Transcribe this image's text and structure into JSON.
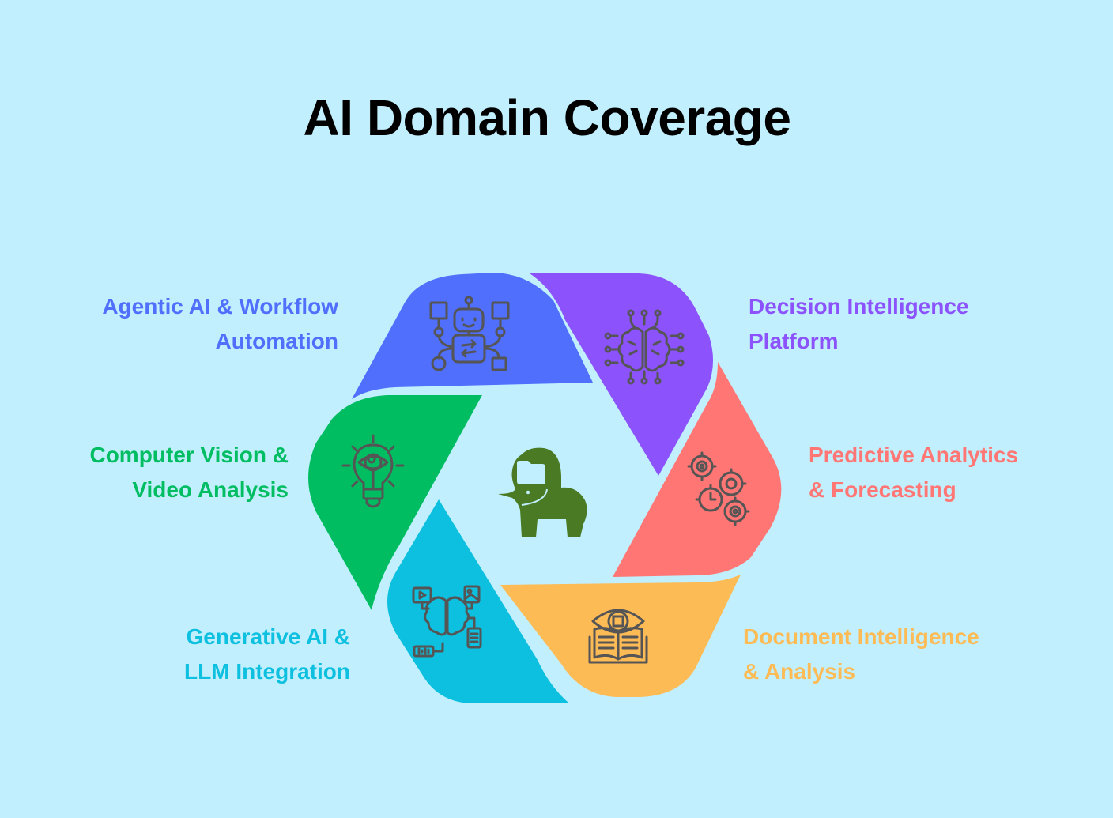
{
  "title": "AI Domain Coverage",
  "center_logo": {
    "icon": "elephant-folder-logo",
    "color": "#4a7a23"
  },
  "background": "#c1effd",
  "segments": [
    {
      "id": "agentic",
      "line1": "Agentic AI & Workflow",
      "line2": "Automation",
      "color": "#4f6ffc",
      "icon": "robot-workflow-icon"
    },
    {
      "id": "decision",
      "line1": "Decision Intelligence",
      "line2": "Platform",
      "color": "#8c52fc",
      "icon": "brain-circuit-icon"
    },
    {
      "id": "predictive",
      "line1": "Predictive Analytics",
      "line2": "& Forecasting",
      "color": "#ff7675",
      "icon": "gears-clock-icon"
    },
    {
      "id": "document",
      "line1": "Document Intelligence",
      "line2": "& Analysis",
      "color": "#fdbb56",
      "icon": "book-eye-chip-icon"
    },
    {
      "id": "generative",
      "line1": "Generative AI &",
      "line2": "LLM Integration",
      "color": "#0dc0e0",
      "icon": "brain-media-icon"
    },
    {
      "id": "vision",
      "line1": "Computer Vision &",
      "line2": "Video Analysis",
      "color": "#01bd62",
      "icon": "lightbulb-eye-icon"
    }
  ]
}
